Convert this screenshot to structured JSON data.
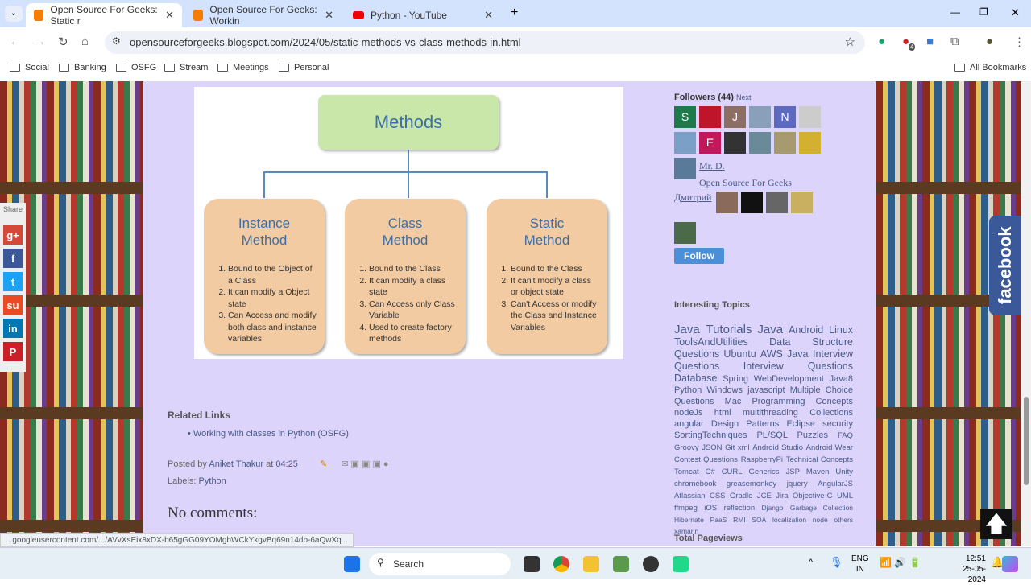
{
  "browser": {
    "tabs": [
      {
        "title": "Open Source For Geeks: Static r",
        "active": true
      },
      {
        "title": "Open Source For Geeks: Workin",
        "active": false
      },
      {
        "title": "Python - YouTube",
        "active": false
      }
    ],
    "url": "opensourceforgeeks.blogspot.com/2024/05/static-methods-vs-class-methods-in.html",
    "bookmarks": [
      "Social",
      "Banking",
      "OSFG",
      "Stream",
      "Meetings",
      "Personal"
    ],
    "all_bookmarks": "All Bookmarks",
    "status_url": "...googleusercontent.com/.../AVvXsEix8xDX-b65gGG09YOMgbWCkYkgvBq69n14db-6aQwXq...",
    "extension_badge": "4"
  },
  "share": {
    "label": "Share",
    "buttons": [
      "g+",
      "f",
      "t",
      "su",
      "in",
      "P"
    ]
  },
  "diagram": {
    "root": "Methods",
    "cards": [
      {
        "title1": "Instance",
        "title2": "Method",
        "items": [
          "Bound to the Object of a Class",
          "It can modify a Object state",
          "Can Access and modify both class and instance variables"
        ]
      },
      {
        "title1": "Class",
        "title2": "Method",
        "items": [
          "Bound to the Class",
          "It can modify a class state",
          "Can Access only Class Variable",
          "Used to create factory methods"
        ]
      },
      {
        "title1": "Static",
        "title2": "Method",
        "items": [
          "Bound to the Class",
          "It can't modify a class or object state",
          "Can't Access or modify the Class and Instance Variables"
        ]
      }
    ]
  },
  "post": {
    "related_title": "Related Links",
    "related_links": [
      "Working with classes in Python (OSFG)"
    ],
    "posted_by": "Posted by",
    "author": "Aniket Thakur",
    "at": "at",
    "time": "04:25",
    "labels_label": "Labels:",
    "label": "Python",
    "comments": "No comments:"
  },
  "sidebar": {
    "followers_title": "Followers (44)",
    "next": "Next",
    "avatar_letters": [
      "S",
      "",
      "J",
      "",
      "N",
      "",
      "",
      "E"
    ],
    "named_followers": [
      "Mr. D.",
      "Open Source For Geeks",
      "Дмитрий"
    ],
    "follow": "Follow",
    "topics_title": "Interesting Topics",
    "tags_l1": [
      "Java Tutorials",
      "Java"
    ],
    "tags_l2": [
      "Android",
      "Linux",
      "ToolsAndUtilities",
      "Data Structure Questions",
      "Ubuntu",
      "AWS",
      "Java Interview Questions",
      "Interview Questions",
      "Database"
    ],
    "tags_l3": [
      "Spring",
      "WebDevelopment",
      "Java8",
      "Python",
      "Windows",
      "javascript",
      "Multiple Choice Questions",
      "Mac",
      "Programming Concepts",
      "nodeJs",
      "html",
      "multithreading",
      "Collections",
      "angular",
      "Design Patterns",
      "Eclipse",
      "security",
      "SortingTechniques",
      "PL/SQL",
      "Puzzles"
    ],
    "tags_l4": [
      "FAQ",
      "Groovy",
      "JSON",
      "Git",
      "xml",
      "Android Studio",
      "Android Wear",
      "Contest Questions",
      "RaspberryPi",
      "Technical Concepts",
      "Tomcat",
      "C#",
      "CURL",
      "Generics",
      "JSP",
      "Maven",
      "Unity",
      "chromebook",
      "greasemonkey",
      "jquery",
      "AngularJS",
      "Atlassian",
      "CSS",
      "Gradle",
      "JCE",
      "Jira",
      "Objective-C",
      "UML",
      "ffmpeg",
      "iOS",
      "reflection"
    ],
    "tags_l5": [
      "Django",
      "Garbage Collection",
      "Hibernate",
      "PaaS",
      "RMI",
      "SOA",
      "localization",
      "node",
      "others",
      "xamarin"
    ],
    "pageviews_title": "Total Pageviews"
  },
  "facebook": "facebook",
  "taskbar": {
    "search": "Search",
    "lang1": "ENG",
    "lang2": "IN",
    "time": "12:51",
    "date": "25-05-2024"
  },
  "colors": {
    "page_bg": "#dcd4fa",
    "link": "#4a5a8a",
    "follow": "#4a8fd8",
    "facebook": "#3b5998"
  }
}
